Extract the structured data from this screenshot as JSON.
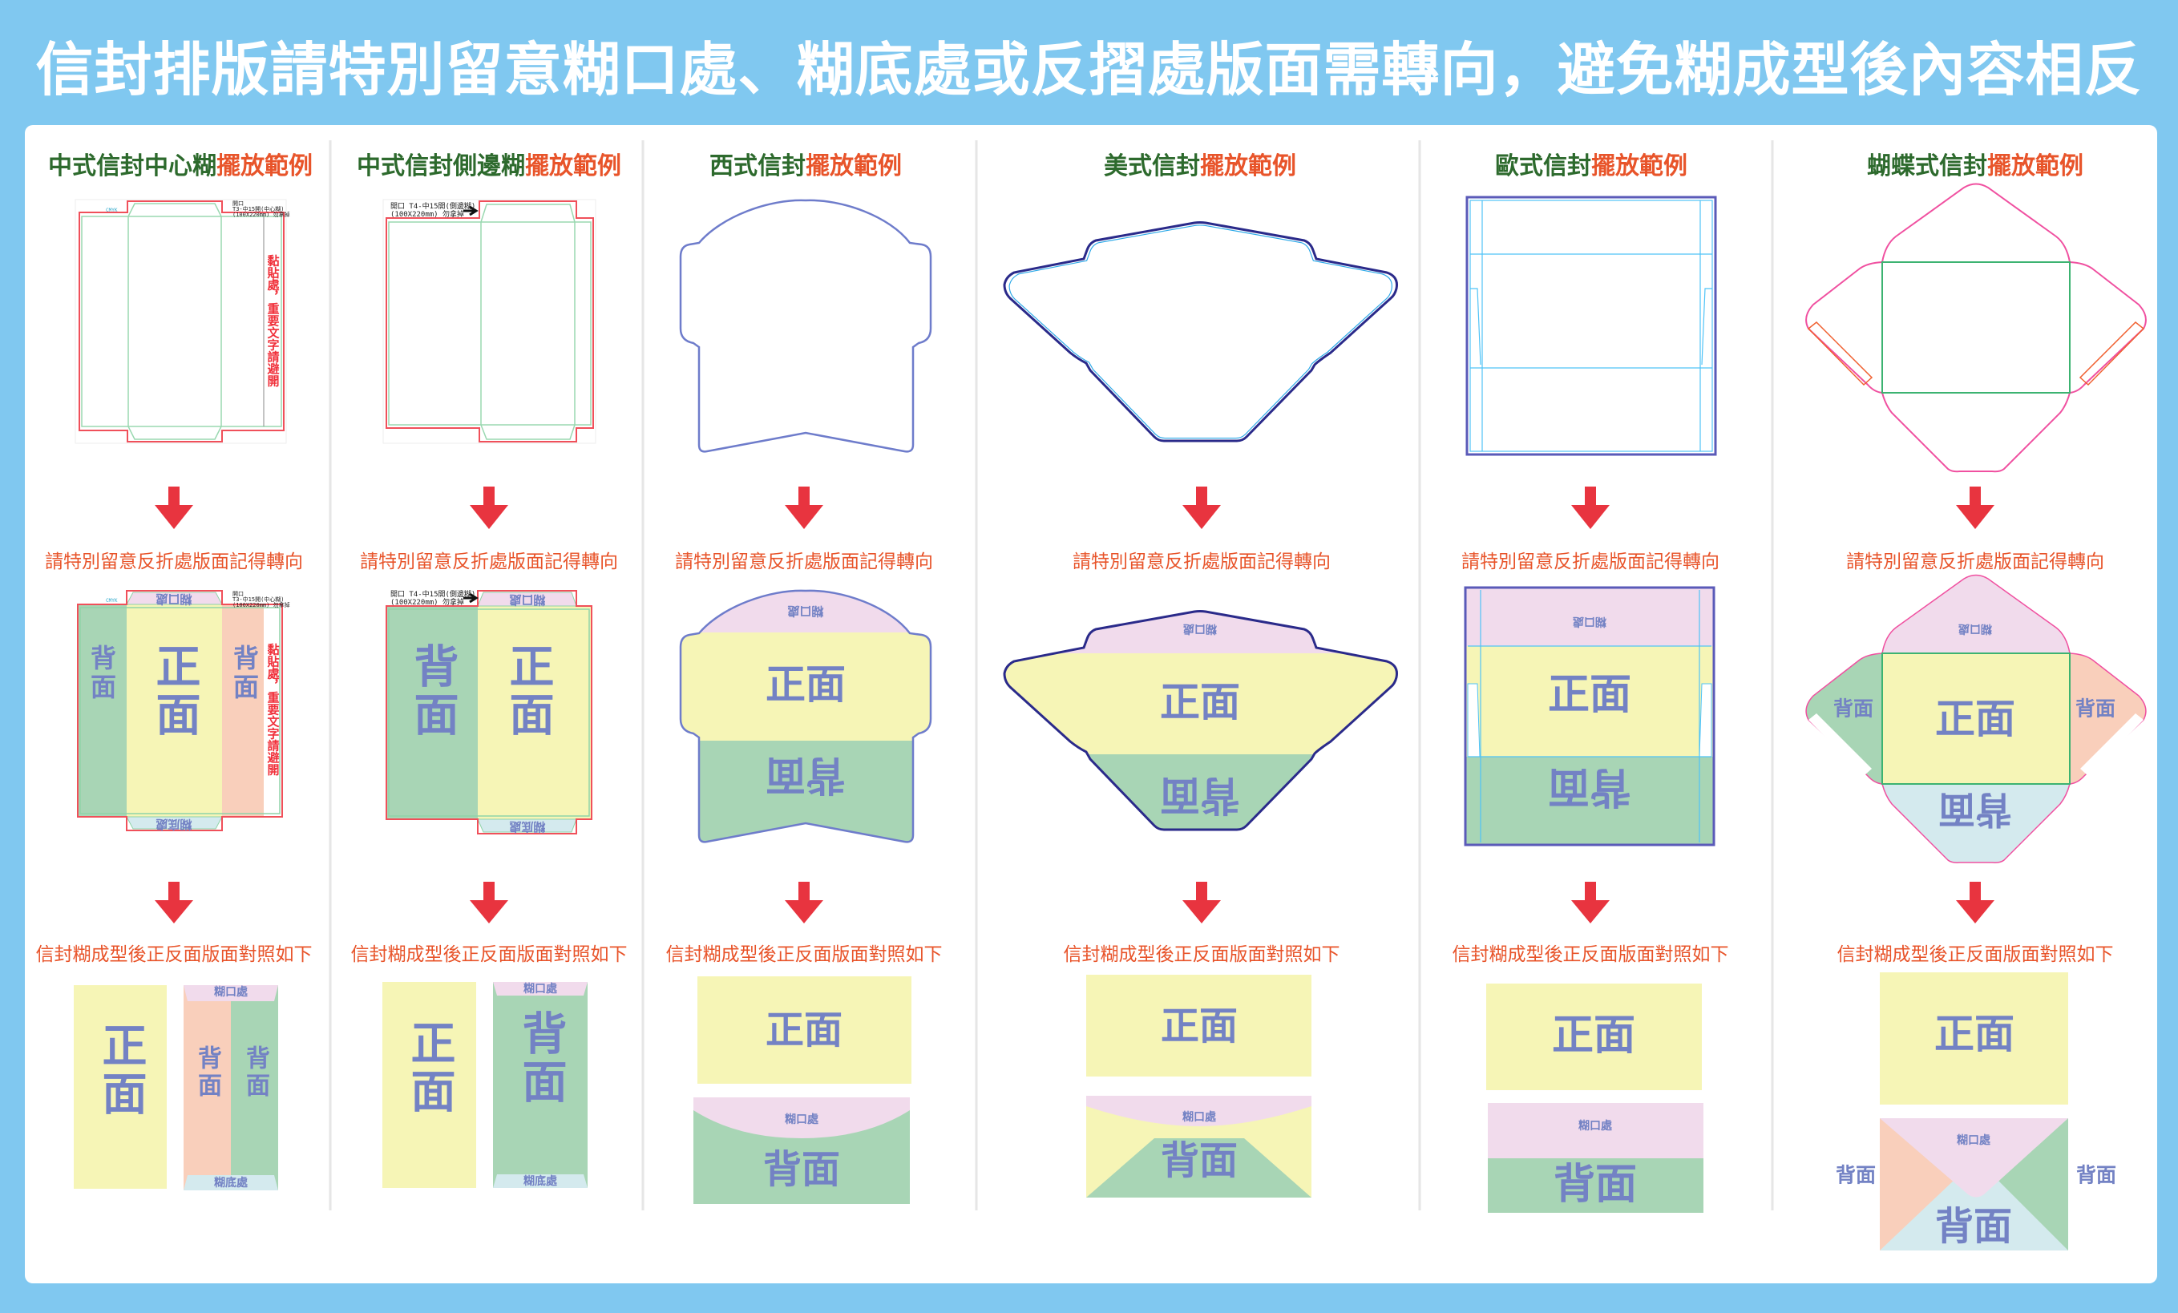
{
  "title": "信封排版請特別留意糊口處、糊底處或反摺處版面需轉向，避免糊成型後內容相反",
  "labels": {
    "front": "正面",
    "back": "背面",
    "glue_open": "糊口處",
    "glue_bottom": "糊底處",
    "glue_note": "黏貼處，重要文字請避開",
    "cmyk": "CMYK"
  },
  "notes": {
    "center_glue_opening": [
      "開口",
      "T3-中15開(中心糊)",
      "(100X220mm) 勿拿掉"
    ],
    "side_glue_opening": [
      "開口  T4-中15開(側邊糊)",
      "(100X220mm) 勿拿掉"
    ]
  },
  "captions": {
    "step2": "請特別留意反折處版面記得轉向",
    "step3": "信封糊成型後正反面版面對照如下"
  },
  "columns": [
    {
      "heading": "中式信封中心糊",
      "heading_accent": "擺放範例"
    },
    {
      "heading": "中式信封側邊糊",
      "heading_accent": "擺放範例"
    },
    {
      "heading": "西式信封",
      "heading_accent": "擺放範例"
    },
    {
      "heading": "美式信封",
      "heading_accent": "擺放範例"
    },
    {
      "heading": "歐式信封",
      "heading_accent": "擺放範例"
    },
    {
      "heading": "蝴蝶式信封",
      "heading_accent": "擺放範例"
    }
  ],
  "colors": {
    "background": "#80c8f0",
    "front_panel": "#f6f5b6",
    "back_panel_green": "#a8d5b5",
    "back_panel_peach": "#f9cfbb",
    "glue_open_pink": "#f1dbec",
    "glue_bottom_blue": "#d4eaee",
    "panel_text": "#7382c4",
    "arrow": "#e8343f",
    "heading_green": "#2d6a2d",
    "heading_accent": "#e8542a"
  },
  "icons": {
    "arrow": "arrow-down-icon"
  }
}
